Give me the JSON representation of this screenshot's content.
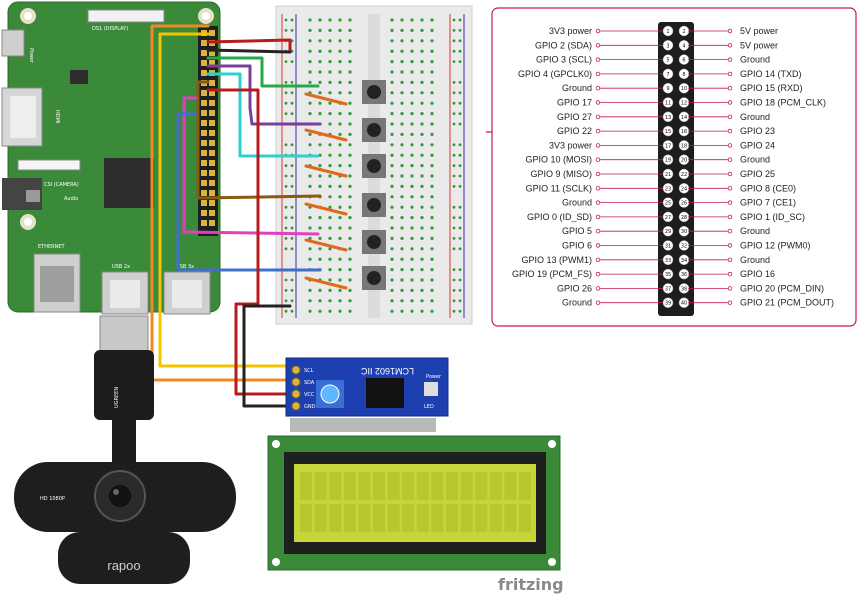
{
  "pi": {
    "label_display": "DS1 (DISPLAY)",
    "label_power": "Power",
    "label_hdmi": "HDMI",
    "label_camera": "CSI (CAMERA)",
    "label_audio": "Audio",
    "label_ethernet": "ETHERNET",
    "label_usb2": "USB 2x",
    "label_usb3": "USB 3x"
  },
  "lcd": {
    "title": "LCM1602 IIC",
    "pins": [
      "SCL",
      "SDA",
      "VCC",
      "GND"
    ],
    "led_label": "LED",
    "power_label": "Power"
  },
  "webcam": {
    "brand": "rapoo",
    "model": "HD 1080P",
    "cable_brand": "UGREEN"
  },
  "footer": {
    "brand": "fritzing"
  },
  "pinout": {
    "left": [
      "3V3 power",
      "GPIO 2 (SDA)",
      "GPIO 3 (SCL)",
      "GPIO 4 (GPCLK0)",
      "Ground",
      "GPIO 17",
      "GPIO 27",
      "GPIO 22",
      "3V3 power",
      "GPIO 10 (MOSI)",
      "GPIO 9 (MISO)",
      "GPIO 11 (SCLK)",
      "Ground",
      "GPIO 0 (ID_SD)",
      "GPIO 5",
      "GPIO 6",
      "GPIO 13 (PWM1)",
      "GPIO 19 (PCM_FS)",
      "GPIO 26",
      "Ground"
    ],
    "right": [
      "5V power",
      "5V power",
      "Ground",
      "GPIO 14 (TXD)",
      "GPIO 15 (RXD)",
      "GPIO 18 (PCM_CLK)",
      "Ground",
      "GPIO 23",
      "GPIO 24",
      "Ground",
      "GPIO 25",
      "GPIO 8 (CE0)",
      "GPIO 7 (CE1)",
      "GPIO 1 (ID_SC)",
      "Ground",
      "GPIO 12 (PWM0)",
      "Ground",
      "GPIO 16",
      "GPIO 20 (PCM_DIN)",
      "GPIO 21 (PCM_DOUT)"
    ],
    "border_color": "#c2185b"
  }
}
